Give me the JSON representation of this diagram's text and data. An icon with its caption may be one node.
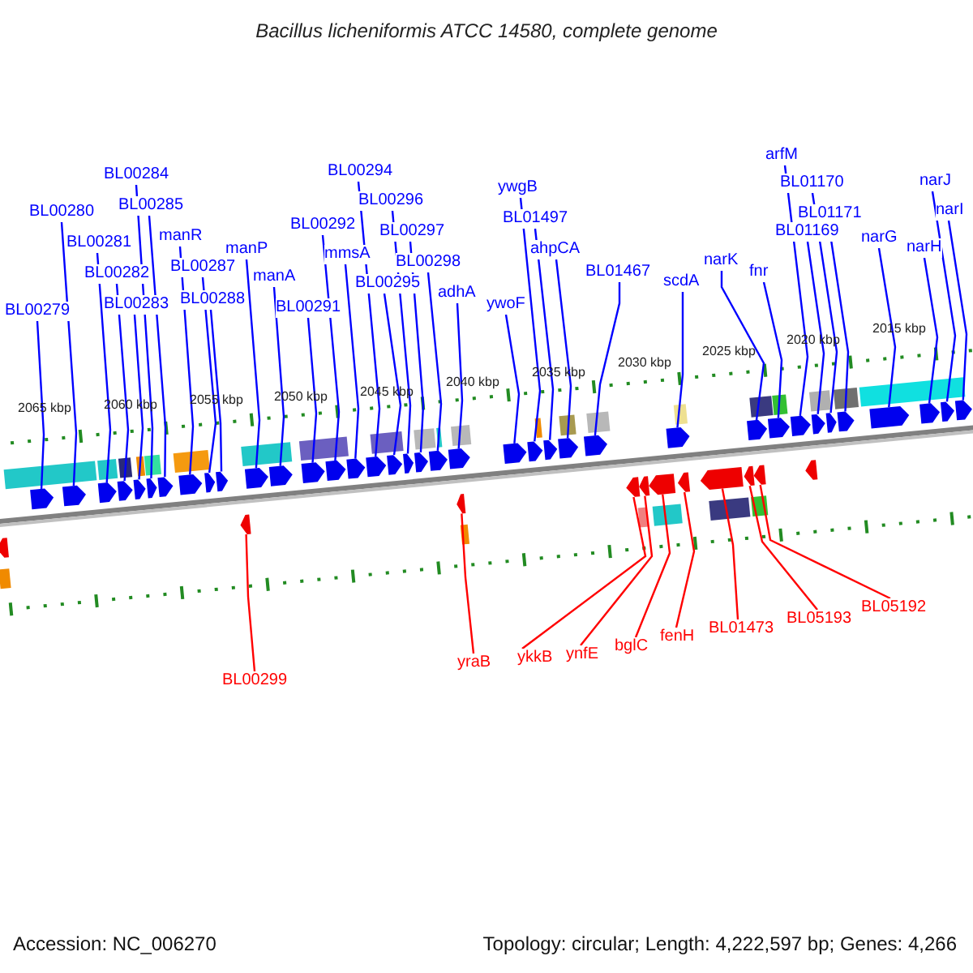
{
  "diagram": {
    "title": "Bacillus licheniformis ATCC 14580, complete genome",
    "nodes": [
      {
        "text": [
          "BL00279"
        ]
      },
      {
        "text": [
          "BL00280"
        ]
      },
      {
        "text": [
          "BL00281"
        ]
      },
      {
        "text": [
          "BL00282"
        ]
      },
      {
        "text": [
          "BL00283"
        ]
      },
      {
        "text": [
          "BL00284"
        ]
      },
      {
        "text": [
          "BL00285"
        ]
      },
      {
        "text": [
          "manR"
        ]
      },
      {
        "text": [
          "BL00287"
        ]
      },
      {
        "text": [
          "BL00288"
        ]
      },
      {
        "text": [
          "manP"
        ]
      },
      {
        "text": [
          "manA"
        ]
      },
      {
        "text": [
          "BL00291"
        ]
      },
      {
        "text": [
          "BL00292"
        ]
      },
      {
        "text": [
          "mmsA"
        ]
      },
      {
        "text": [
          "BL00294"
        ]
      },
      {
        "text": [
          "BL00295"
        ]
      },
      {
        "text": [
          "BL00296"
        ]
      },
      {
        "text": [
          "BL00297"
        ]
      },
      {
        "text": [
          "BL00298"
        ]
      },
      {
        "text": [
          "adhA"
        ]
      },
      {
        "text": [
          "ywoF"
        ]
      },
      {
        "text": [
          "ywgB"
        ]
      },
      {
        "text": [
          "BL01497"
        ]
      },
      {
        "text": [
          "ahpCA"
        ]
      },
      {
        "text": [
          "BL01467"
        ]
      },
      {
        "text": [
          "scdA"
        ]
      },
      {
        "text": [
          "narK"
        ]
      },
      {
        "text": [
          "fnr"
        ]
      },
      {
        "text": [
          "BL01169"
        ]
      },
      {
        "text": [
          "arfM"
        ]
      },
      {
        "text": [
          "BL01170"
        ]
      },
      {
        "text": [
          "BL01171"
        ]
      },
      {
        "text": [
          "narG"
        ]
      },
      {
        "text": [
          "narH"
        ]
      },
      {
        "text": [
          "narJ"
        ]
      },
      {
        "text": [
          "narI"
        ]
      },
      {
        "text": [
          "BL00299"
        ]
      },
      {
        "text": [
          "yraB"
        ]
      },
      {
        "text": [
          "ykkB"
        ]
      },
      {
        "text": [
          "ynfE"
        ]
      },
      {
        "text": [
          "bglC"
        ]
      },
      {
        "text": [
          "fenH"
        ]
      },
      {
        "text": [
          "BL01473"
        ]
      },
      {
        "text": [
          "BL05193"
        ]
      },
      {
        "text": [
          "BL05192"
        ]
      },
      {
        "text": [],
        "shape": "arrow"
      },
      {
        "text": [],
        "shape": "arrow"
      },
      {
        "text": [],
        "shape": "arrow"
      },
      {
        "text": [],
        "shape": "arrow"
      },
      {
        "text": [],
        "shape": "arrow"
      },
      {
        "text": [],
        "shape": "arrow"
      },
      {
        "text": [],
        "shape": "arrow"
      },
      {
        "text": [],
        "shape": "arrow"
      },
      {
        "text": [],
        "shape": "arrow"
      },
      {
        "text": [],
        "shape": "arrow"
      },
      {
        "text": [],
        "shape": "arrow"
      },
      {
        "text": [],
        "shape": "arrow"
      },
      {
        "text": [],
        "shape": "arrow"
      },
      {
        "text": [],
        "shape": "arrow"
      },
      {
        "text": [],
        "shape": "arrow"
      },
      {
        "text": [],
        "shape": "arrow"
      },
      {
        "text": [],
        "shape": "arrow"
      },
      {
        "text": [],
        "shape": "arrow"
      },
      {
        "text": [],
        "shape": "arrow"
      },
      {
        "text": [],
        "shape": "arrow"
      },
      {
        "text": [],
        "shape": "arrow"
      },
      {
        "text": [],
        "shape": "arrow"
      },
      {
        "text": [],
        "shape": "arrow"
      },
      {
        "text": [],
        "shape": "arrow"
      },
      {
        "text": [],
        "shape": "arrow"
      },
      {
        "text": [],
        "shape": "arrow"
      },
      {
        "text": [],
        "shape": "arrow"
      },
      {
        "text": [],
        "shape": "arrow"
      },
      {
        "text": [],
        "shape": "arrow"
      },
      {
        "text": [],
        "shape": "arrow"
      },
      {
        "text": [],
        "shape": "arrow"
      },
      {
        "text": [],
        "shape": "arrow"
      },
      {
        "text": [],
        "shape": "arrow"
      },
      {
        "text": [],
        "shape": "arrow"
      },
      {
        "text": [],
        "shape": "arrow"
      },
      {
        "text": [],
        "shape": "arrow"
      },
      {
        "text": [],
        "shape": "arrow"
      },
      {
        "text": [],
        "shape": "arrow"
      },
      {
        "text": [],
        "shape": "arrow"
      },
      {
        "text": [],
        "shape": "arrow"
      },
      {
        "text": [],
        "shape": "arrow"
      },
      {
        "text": [],
        "shape": "arrow"
      },
      {
        "text": [],
        "shape": "arrow"
      },
      {
        "text": [],
        "shape": "arrow"
      },
      {
        "text": [],
        "shape": "arrow"
      },
      {
        "text": [],
        "shape": "arrow"
      }
    ],
    "edges": [
      {
        "from": 0,
        "to": 46,
        "arrow": "none"
      },
      {
        "from": 1,
        "to": 47,
        "arrow": "none"
      },
      {
        "from": 2,
        "to": 48,
        "arrow": "none"
      },
      {
        "from": 3,
        "to": 49,
        "arrow": "none"
      },
      {
        "from": 4,
        "to": 50,
        "arrow": "none"
      },
      {
        "from": 5,
        "to": 51,
        "arrow": "none"
      },
      {
        "from": 6,
        "to": 52,
        "arrow": "none"
      },
      {
        "from": 7,
        "to": 53,
        "arrow": "none"
      },
      {
        "from": 8,
        "to": 54,
        "arrow": "none"
      },
      {
        "from": 9,
        "to": 55,
        "arrow": "none"
      },
      {
        "from": 10,
        "to": 56,
        "arrow": "none"
      },
      {
        "from": 11,
        "to": 57,
        "arrow": "none"
      },
      {
        "from": 12,
        "to": 58,
        "arrow": "none"
      },
      {
        "from": 13,
        "to": 59,
        "arrow": "none"
      },
      {
        "from": 14,
        "to": 60,
        "arrow": "none"
      },
      {
        "from": 15,
        "to": 61,
        "arrow": "none"
      },
      {
        "from": 16,
        "to": 62,
        "arrow": "none"
      },
      {
        "from": 17,
        "to": 63,
        "arrow": "none"
      },
      {
        "from": 18,
        "to": 64,
        "arrow": "none"
      },
      {
        "from": 19,
        "to": 65,
        "arrow": "none"
      },
      {
        "from": 20,
        "to": 66,
        "arrow": "none"
      },
      {
        "from": 21,
        "to": 67,
        "arrow": "none"
      },
      {
        "from": 22,
        "to": 68,
        "arrow": "none"
      },
      {
        "from": 23,
        "to": 69,
        "arrow": "none"
      },
      {
        "from": 24,
        "to": 70,
        "arrow": "none"
      },
      {
        "from": 25,
        "to": 71,
        "arrow": "none"
      },
      {
        "from": 26,
        "to": 72,
        "arrow": "none"
      },
      {
        "from": 27,
        "to": 73,
        "arrow": "none"
      },
      {
        "from": 28,
        "to": 74,
        "arrow": "none"
      },
      {
        "from": 29,
        "to": 76,
        "arrow": "none"
      },
      {
        "from": 30,
        "to": 75,
        "arrow": "none"
      },
      {
        "from": 31,
        "to": 77,
        "arrow": "none"
      },
      {
        "from": 32,
        "to": 78,
        "arrow": "none"
      },
      {
        "from": 33,
        "to": 79,
        "arrow": "none"
      },
      {
        "from": 34,
        "to": 80,
        "arrow": "none"
      },
      {
        "from": 35,
        "to": 81,
        "arrow": "none"
      },
      {
        "from": 36,
        "to": 82,
        "arrow": "none"
      },
      {
        "from": 37,
        "to": 83,
        "arrow": "none",
        "color": "#ff0000"
      },
      {
        "from": 38,
        "to": 84,
        "arrow": "none",
        "color": "#ff0000"
      },
      {
        "from": 39,
        "to": 85,
        "arrow": "none",
        "color": "#ff0000"
      },
      {
        "from": 40,
        "to": 86,
        "arrow": "none",
        "color": "#ff0000"
      },
      {
        "from": 41,
        "to": 87,
        "arrow": "none",
        "color": "#ff0000"
      },
      {
        "from": 42,
        "to": 88,
        "arrow": "none",
        "color": "#ff0000"
      },
      {
        "from": 43,
        "to": 89,
        "arrow": "none",
        "color": "#ff0000"
      },
      {
        "from": 44,
        "to": 90,
        "arrow": "none",
        "color": "#ff0000"
      },
      {
        "from": 45,
        "to": 91,
        "arrow": "none",
        "color": "#ff0000"
      }
    ],
    "labels": [
      "2065 kbp",
      "2060 kbp",
      "2055 kbp",
      "2050 kbp",
      "2045 kbp",
      "2040 kbp",
      "2035 kbp",
      "2030 kbp",
      "2025 kbp",
      "2020 kbp",
      "2015 kbp",
      "Accession: NC_006270",
      "Topology: circular; Length: 4,222,597 bp; Genes: 4,266"
    ]
  }
}
